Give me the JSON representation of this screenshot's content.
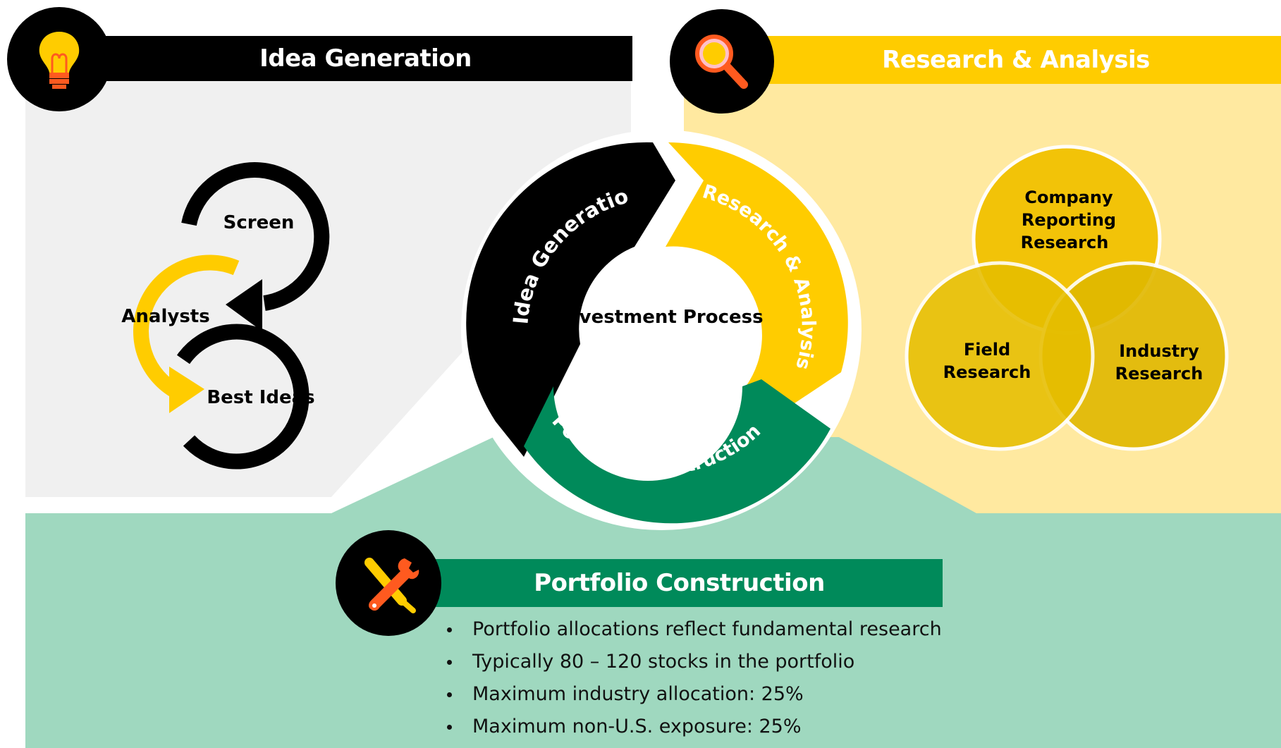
{
  "idea_generation": {
    "title": "Idea Generation",
    "cycle": [
      "Screen",
      "Analysts",
      "Best Ideas"
    ]
  },
  "research_analysis": {
    "title": "Research & Analysis",
    "venn": [
      "Company Reporting Research",
      "Field Research",
      "Industry Research"
    ]
  },
  "center_wheel": {
    "center_label": "Investment Process",
    "segments": [
      "Idea Generation",
      "Research & Analysis",
      "Portfolio Construction"
    ]
  },
  "portfolio_construction": {
    "title": "Portfolio Construction",
    "bullets": [
      "Portfolio allocations reflect fundamental research",
      "Typically 80 – 120 stocks in the portfolio",
      "Maximum industry allocation: 25%",
      "Maximum non-U.S. exposure: 25%"
    ]
  },
  "colors": {
    "black": "#000000",
    "yellow": "#FFCC00",
    "green": "#008A5A",
    "light_gray": "#F0F0F0",
    "light_yellow": "#FFE9A0",
    "light_green": "#9FD8BF",
    "accent_orange": "#FF5A1F"
  },
  "icons": [
    "lightbulb-icon",
    "magnifier-icon",
    "tools-icon"
  ]
}
